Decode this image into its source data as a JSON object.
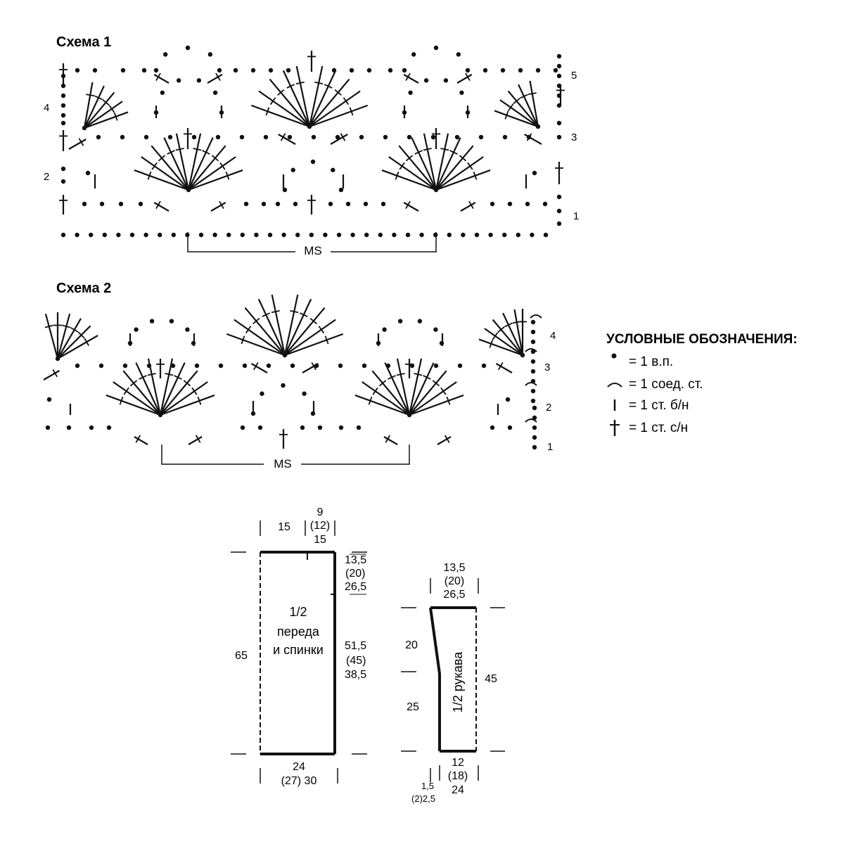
{
  "scheme1": {
    "title": "Схема 1",
    "rows": [
      "1",
      "2",
      "3",
      "4",
      "5"
    ],
    "repeat_label": "MS"
  },
  "scheme2": {
    "title": "Схема 2",
    "rows": [
      "1",
      "2",
      "3",
      "4"
    ],
    "repeat_label": "MS"
  },
  "legend": {
    "title": "УСЛОВНЫЕ ОБОЗНАЧЕНИЯ:",
    "items": [
      {
        "symbol": "chain-dot-icon",
        "text": "= 1 в.п."
      },
      {
        "symbol": "slip-stitch-arc-icon",
        "text": "= 1 соед. ст."
      },
      {
        "symbol": "single-crochet-bar-icon",
        "text": "= 1 ст. б/н"
      },
      {
        "symbol": "double-crochet-cross-icon",
        "text": "= 1 ст. с/н"
      }
    ]
  },
  "body_pattern": {
    "label_lines": [
      "1/2",
      "переда",
      "и спинки"
    ],
    "top_left": "15",
    "neck": [
      "9",
      "(12)",
      "15"
    ],
    "shoulder": [
      "13,5",
      "(20)",
      "26,5"
    ],
    "height": "65",
    "side": [
      "51,5",
      "(45)",
      "38,5"
    ],
    "bottom": [
      "24",
      "(27) 30"
    ]
  },
  "sleeve_pattern": {
    "label": "1/2 рукава",
    "top": [
      "13,5",
      "(20)",
      "26,5"
    ],
    "upper": "20",
    "lower": "25",
    "length": "45",
    "bottom": [
      "12",
      "(18)",
      "24"
    ],
    "cuff": [
      "1,5",
      "(2)2,5"
    ]
  }
}
